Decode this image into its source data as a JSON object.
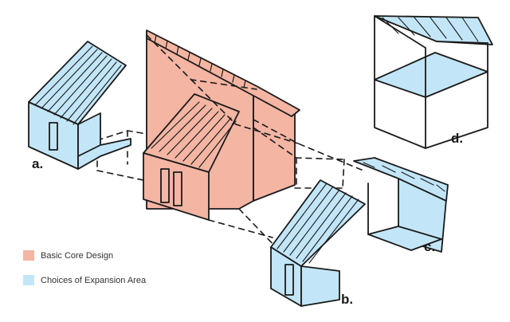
{
  "colors": {
    "core": "#F4B5A3",
    "expansion": "#C2E6F7",
    "ink": "#1a1a1a"
  },
  "labels": {
    "a": "a.",
    "b": "b.",
    "c": "c.",
    "d": "d."
  },
  "legend": [
    {
      "label": "Basic Core Design",
      "color": "#F4B5A3"
    },
    {
      "label": "Choices of Expansion Area",
      "color": "#C2E6F7"
    }
  ]
}
